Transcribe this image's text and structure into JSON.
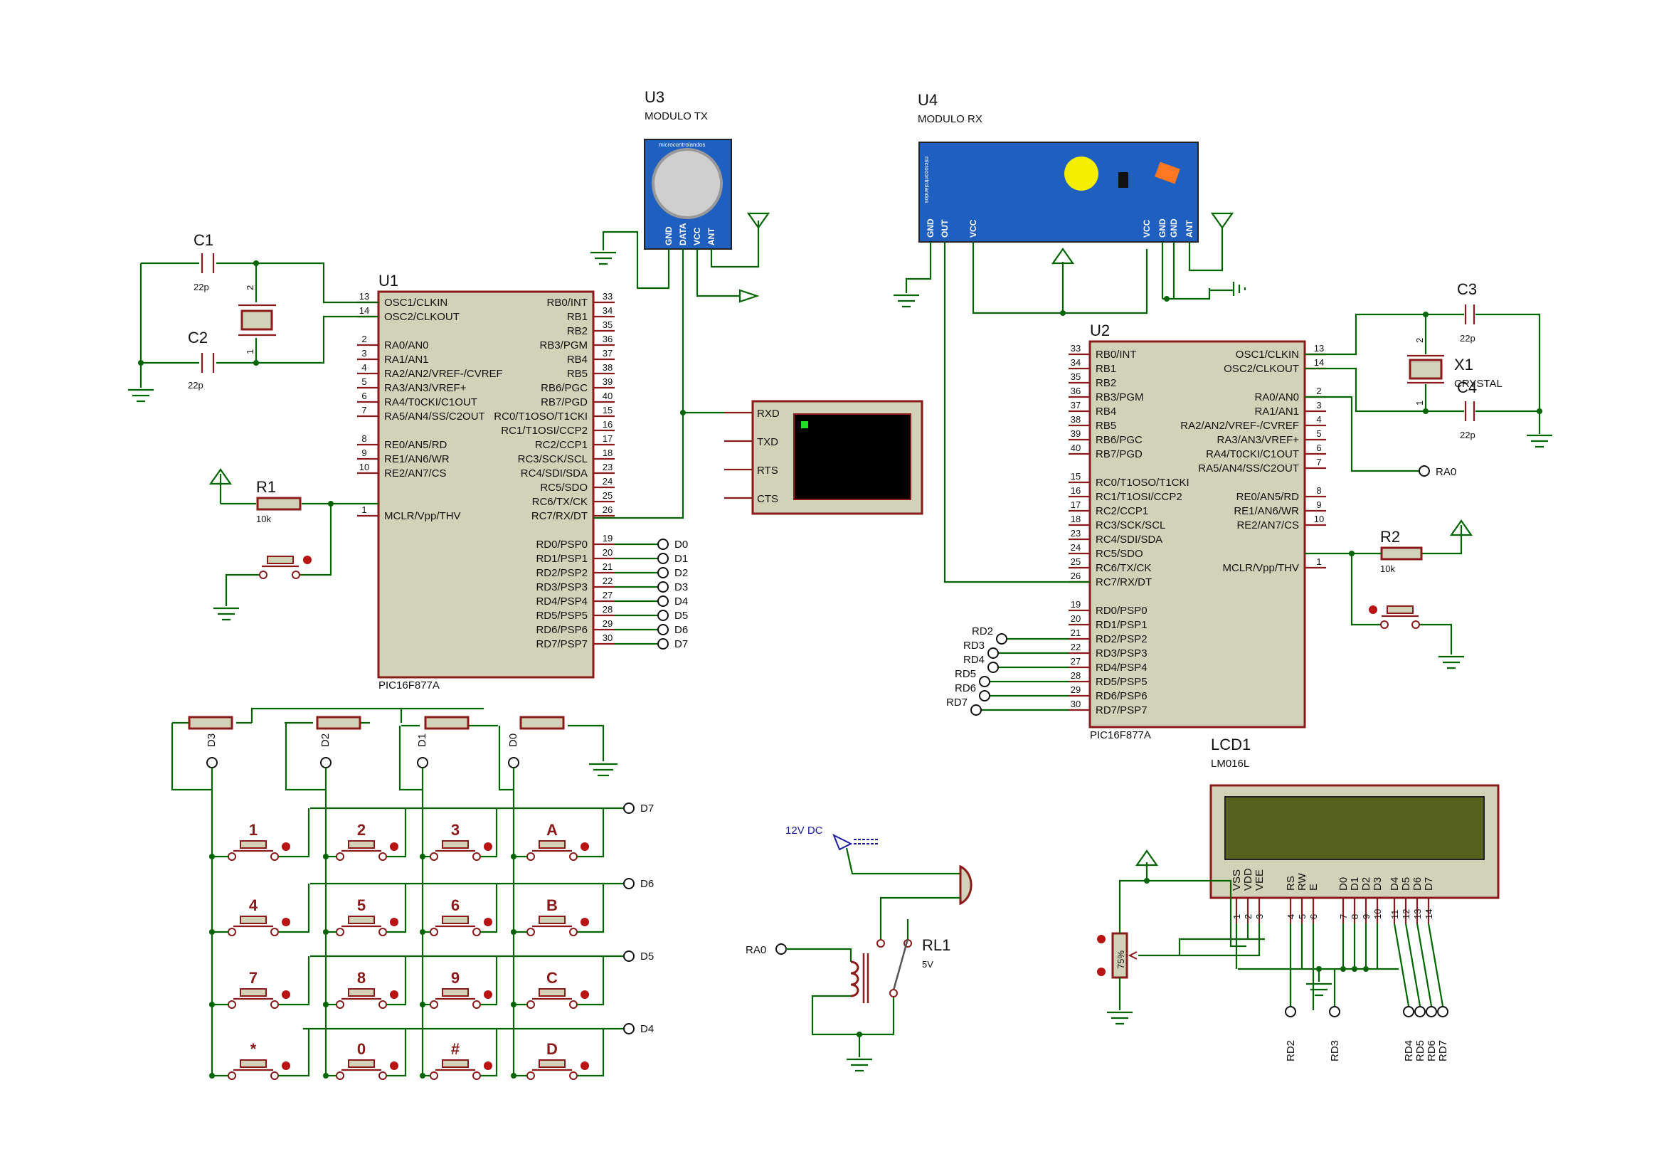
{
  "colors": {
    "wire": "#006400",
    "component": "#8b1a1a",
    "body": "#d2d2b8",
    "module_blue": "#1f5fbf",
    "lcd_green": "#56601f"
  },
  "u1": {
    "ref": "U1",
    "part": "PIC16F877A",
    "left_pins": [
      {
        "num": "13",
        "name": "OSC1/CLKIN"
      },
      {
        "num": "14",
        "name": "OSC2/CLKOUT"
      },
      {
        "num": "2",
        "name": "RA0/AN0"
      },
      {
        "num": "3",
        "name": "RA1/AN1"
      },
      {
        "num": "4",
        "name": "RA2/AN2/VREF-/CVREF"
      },
      {
        "num": "5",
        "name": "RA3/AN3/VREF+"
      },
      {
        "num": "6",
        "name": "RA4/T0CKI/C1OUT"
      },
      {
        "num": "7",
        "name": "RA5/AN4/SS/C2OUT"
      },
      {
        "num": "8",
        "name": "RE0/AN5/RD"
      },
      {
        "num": "9",
        "name": "RE1/AN6/WR"
      },
      {
        "num": "10",
        "name": "RE2/AN7/CS"
      },
      {
        "num": "1",
        "name": "MCLR/Vpp/THV"
      }
    ],
    "right_pins": [
      {
        "num": "33",
        "name": "RB0/INT"
      },
      {
        "num": "34",
        "name": "RB1"
      },
      {
        "num": "35",
        "name": "RB2"
      },
      {
        "num": "36",
        "name": "RB3/PGM"
      },
      {
        "num": "37",
        "name": "RB4"
      },
      {
        "num": "38",
        "name": "RB5"
      },
      {
        "num": "39",
        "name": "RB6/PGC"
      },
      {
        "num": "40",
        "name": "RB7/PGD"
      },
      {
        "num": "15",
        "name": "RC0/T1OSO/T1CKI"
      },
      {
        "num": "16",
        "name": "RC1/T1OSI/CCP2"
      },
      {
        "num": "17",
        "name": "RC2/CCP1"
      },
      {
        "num": "18",
        "name": "RC3/SCK/SCL"
      },
      {
        "num": "23",
        "name": "RC4/SDI/SDA"
      },
      {
        "num": "24",
        "name": "RC5/SDO"
      },
      {
        "num": "25",
        "name": "RC6/TX/CK"
      },
      {
        "num": "26",
        "name": "RC7/RX/DT"
      },
      {
        "num": "19",
        "name": "RD0/PSP0"
      },
      {
        "num": "20",
        "name": "RD1/PSP1"
      },
      {
        "num": "21",
        "name": "RD2/PSP2"
      },
      {
        "num": "22",
        "name": "RD3/PSP3"
      },
      {
        "num": "27",
        "name": "RD4/PSP4"
      },
      {
        "num": "28",
        "name": "RD5/PSP5"
      },
      {
        "num": "29",
        "name": "RD6/PSP6"
      },
      {
        "num": "30",
        "name": "RD7/PSP7"
      }
    ],
    "rd_terms": [
      "D0",
      "D1",
      "D2",
      "D3",
      "D4",
      "D5",
      "D6",
      "D7"
    ]
  },
  "u2": {
    "ref": "U2",
    "part": "PIC16F877A",
    "left_pins": [
      {
        "num": "33",
        "name": "RB0/INT"
      },
      {
        "num": "34",
        "name": "RB1"
      },
      {
        "num": "35",
        "name": "RB2"
      },
      {
        "num": "36",
        "name": "RB3/PGM"
      },
      {
        "num": "37",
        "name": "RB4"
      },
      {
        "num": "38",
        "name": "RB5"
      },
      {
        "num": "39",
        "name": "RB6/PGC"
      },
      {
        "num": "40",
        "name": "RB7/PGD"
      },
      {
        "num": "15",
        "name": "RC0/T1OSO/T1CKI"
      },
      {
        "num": "16",
        "name": "RC1/T1OSI/CCP2"
      },
      {
        "num": "17",
        "name": "RC2/CCP1"
      },
      {
        "num": "18",
        "name": "RC3/SCK/SCL"
      },
      {
        "num": "23",
        "name": "RC4/SDI/SDA"
      },
      {
        "num": "24",
        "name": "RC5/SDO"
      },
      {
        "num": "25",
        "name": "RC6/TX/CK"
      },
      {
        "num": "26",
        "name": "RC7/RX/DT"
      },
      {
        "num": "19",
        "name": "RD0/PSP0"
      },
      {
        "num": "20",
        "name": "RD1/PSP1"
      },
      {
        "num": "21",
        "name": "RD2/PSP2"
      },
      {
        "num": "22",
        "name": "RD3/PSP3"
      },
      {
        "num": "27",
        "name": "RD4/PSP4"
      },
      {
        "num": "28",
        "name": "RD5/PSP5"
      },
      {
        "num": "29",
        "name": "RD6/PSP6"
      },
      {
        "num": "30",
        "name": "RD7/PSP7"
      }
    ],
    "right_pins": [
      {
        "num": "13",
        "name": "OSC1/CLKIN"
      },
      {
        "num": "14",
        "name": "OSC2/CLKOUT"
      },
      {
        "num": "2",
        "name": "RA0/AN0"
      },
      {
        "num": "3",
        "name": "RA1/AN1"
      },
      {
        "num": "4",
        "name": "RA2/AN2/VREF-/CVREF"
      },
      {
        "num": "5",
        "name": "RA3/AN3/VREF+"
      },
      {
        "num": "6",
        "name": "RA4/T0CKI/C1OUT"
      },
      {
        "num": "7",
        "name": "RA5/AN4/SS/C2OUT"
      },
      {
        "num": "8",
        "name": "RE0/AN5/RD"
      },
      {
        "num": "9",
        "name": "RE1/AN6/WR"
      },
      {
        "num": "10",
        "name": "RE2/AN7/CS"
      },
      {
        "num": "1",
        "name": "MCLR/Vpp/THV"
      }
    ],
    "rd_terms": [
      "RD2",
      "RD3",
      "RD4",
      "RD5",
      "RD6",
      "RD7"
    ],
    "ra0_term": "RA0"
  },
  "u3": {
    "ref": "U3",
    "name": "MODULO TX",
    "brand": "microcontrolandos",
    "pins": [
      "GND",
      "DATA",
      "VCC",
      "ANT"
    ]
  },
  "u4": {
    "ref": "U4",
    "name": "MODULO RX",
    "brand": "microcontrolandos",
    "pins_left": [
      "GND",
      "OUT",
      "",
      "VCC"
    ],
    "pins_right": [
      "VCC",
      "GND",
      "GND",
      "ANT"
    ]
  },
  "terminal": {
    "pins": [
      "RXD",
      "TXD",
      "RTS",
      "CTS"
    ]
  },
  "c1": {
    "ref": "C1",
    "value": "22p"
  },
  "c2": {
    "ref": "C2",
    "value": "22p"
  },
  "c3": {
    "ref": "C3",
    "value": "22p"
  },
  "c4": {
    "ref": "C4",
    "value": "22p"
  },
  "x1": {
    "ref": "X1",
    "value": "CRYSTAL"
  },
  "r1": {
    "ref": "R1",
    "value": "10k"
  },
  "r2": {
    "ref": "R2",
    "value": "10k"
  },
  "keypad": {
    "cols": [
      "D3",
      "D2",
      "D1",
      "D0"
    ],
    "rows": [
      "D7",
      "D6",
      "D5",
      "D4"
    ],
    "keys": [
      [
        "1",
        "2",
        "3",
        "A"
      ],
      [
        "4",
        "5",
        "6",
        "B"
      ],
      [
        "7",
        "8",
        "9",
        "C"
      ],
      [
        "*",
        "0",
        "#",
        "D"
      ]
    ]
  },
  "relay": {
    "ref": "RL1",
    "value": "5V",
    "input": "RA0",
    "supply": "12V DC"
  },
  "lcd": {
    "ref": "LCD1",
    "part": "LM016L",
    "pins": [
      {
        "num": "1",
        "name": "VSS"
      },
      {
        "num": "2",
        "name": "VDD"
      },
      {
        "num": "3",
        "name": "VEE"
      },
      {
        "num": "4",
        "name": "RS"
      },
      {
        "num": "5",
        "name": "RW"
      },
      {
        "num": "6",
        "name": "E"
      },
      {
        "num": "7",
        "name": "D0"
      },
      {
        "num": "8",
        "name": "D1"
      },
      {
        "num": "9",
        "name": "D2"
      },
      {
        "num": "10",
        "name": "D3"
      },
      {
        "num": "11",
        "name": "D4"
      },
      {
        "num": "12",
        "name": "D5"
      },
      {
        "num": "13",
        "name": "D6"
      },
      {
        "num": "14",
        "name": "D7"
      }
    ],
    "bottom_terms": [
      "RD2",
      "RD3",
      "RD4",
      "RD5",
      "RD6",
      "RD7"
    ],
    "pot_value": "75%"
  }
}
